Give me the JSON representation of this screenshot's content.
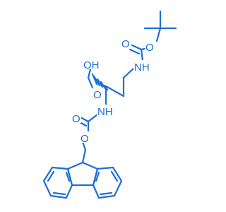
{
  "molecule": {
    "labels": {
      "boc_carbonyl_o": "O",
      "boc_ester_o": "O",
      "boc_nh": "NH",
      "acid_oh": "OH",
      "acid_carbonyl_o": "O",
      "fmoc_nh": "NH",
      "fmoc_carbonyl_o": "O",
      "fmoc_ester_o": "O"
    }
  }
}
